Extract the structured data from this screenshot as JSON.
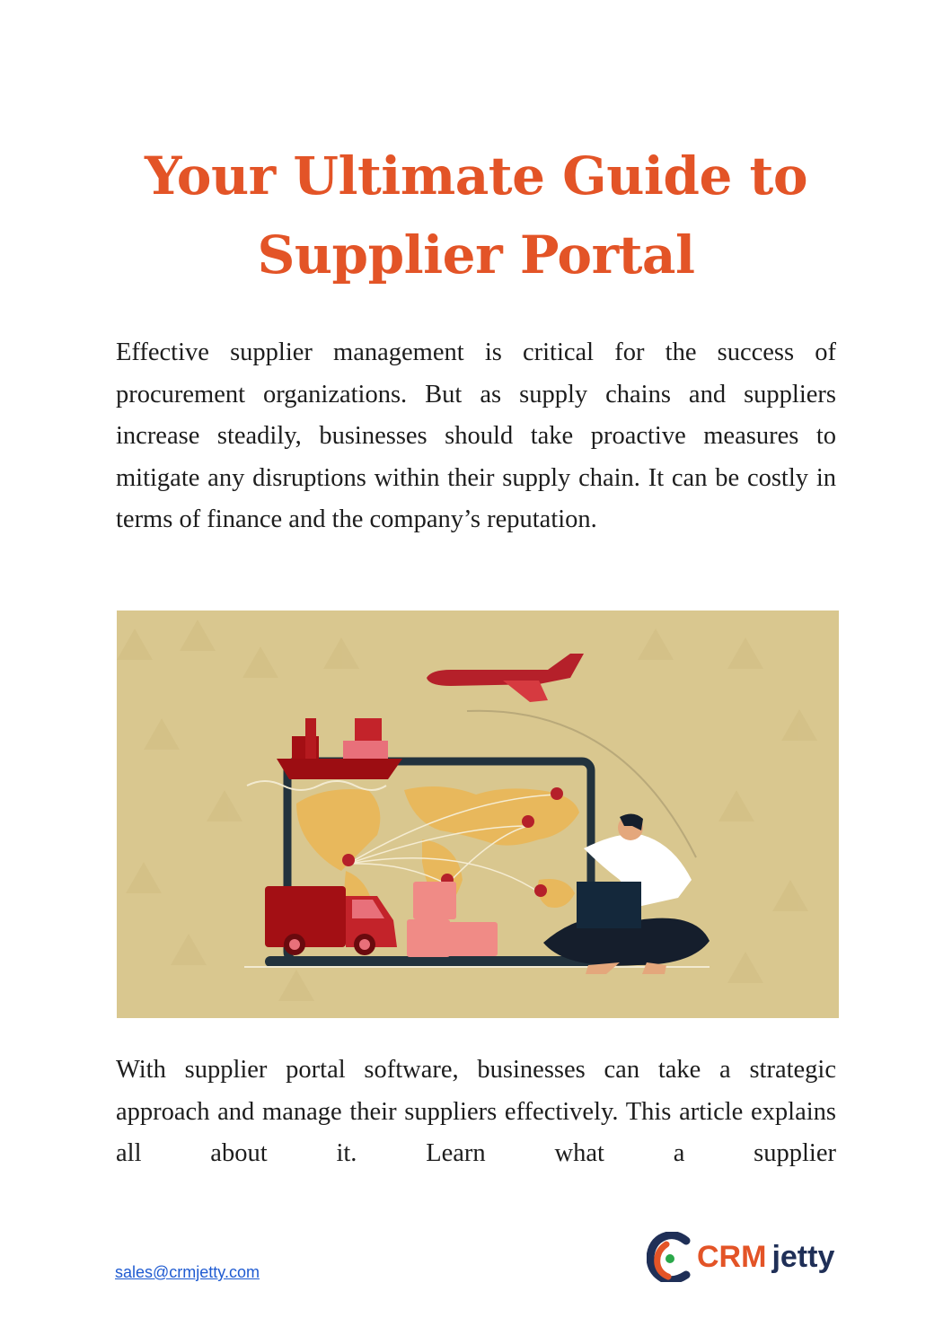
{
  "document": {
    "title_line1": "Your Ultimate Guide to",
    "title_line2": "Supplier Portal",
    "paragraph1": "Effective supplier management is critical for the success of procurement organizations. But as supply chains and suppliers increase steadily, businesses should take proactive measures to mitigate any disruptions within their supply chain. It can be costly in terms of finance and the company’s reputation.",
    "paragraph2": "With supplier portal software, businesses can take a strategic approach and manage their suppliers effectively. This article explains all about it. Learn what a supplier",
    "hero_image_alt": "Illustration of a man with a laptop sitting in front of a screen showing a world map with shipping routes, a cargo ship, airplane, delivery truck and boxes"
  },
  "footer": {
    "email": "sales@crmjetty.com",
    "logo": {
      "crm": "CRM",
      "jetty": "jetty"
    }
  },
  "colors": {
    "title": "#e35427",
    "body_text": "#1d1d1d",
    "link": "#1f5bd1",
    "hero_bg": "#d9c78f",
    "logo_orange": "#e35427",
    "logo_navy": "#1f2f57",
    "logo_green": "#2aa84a"
  }
}
